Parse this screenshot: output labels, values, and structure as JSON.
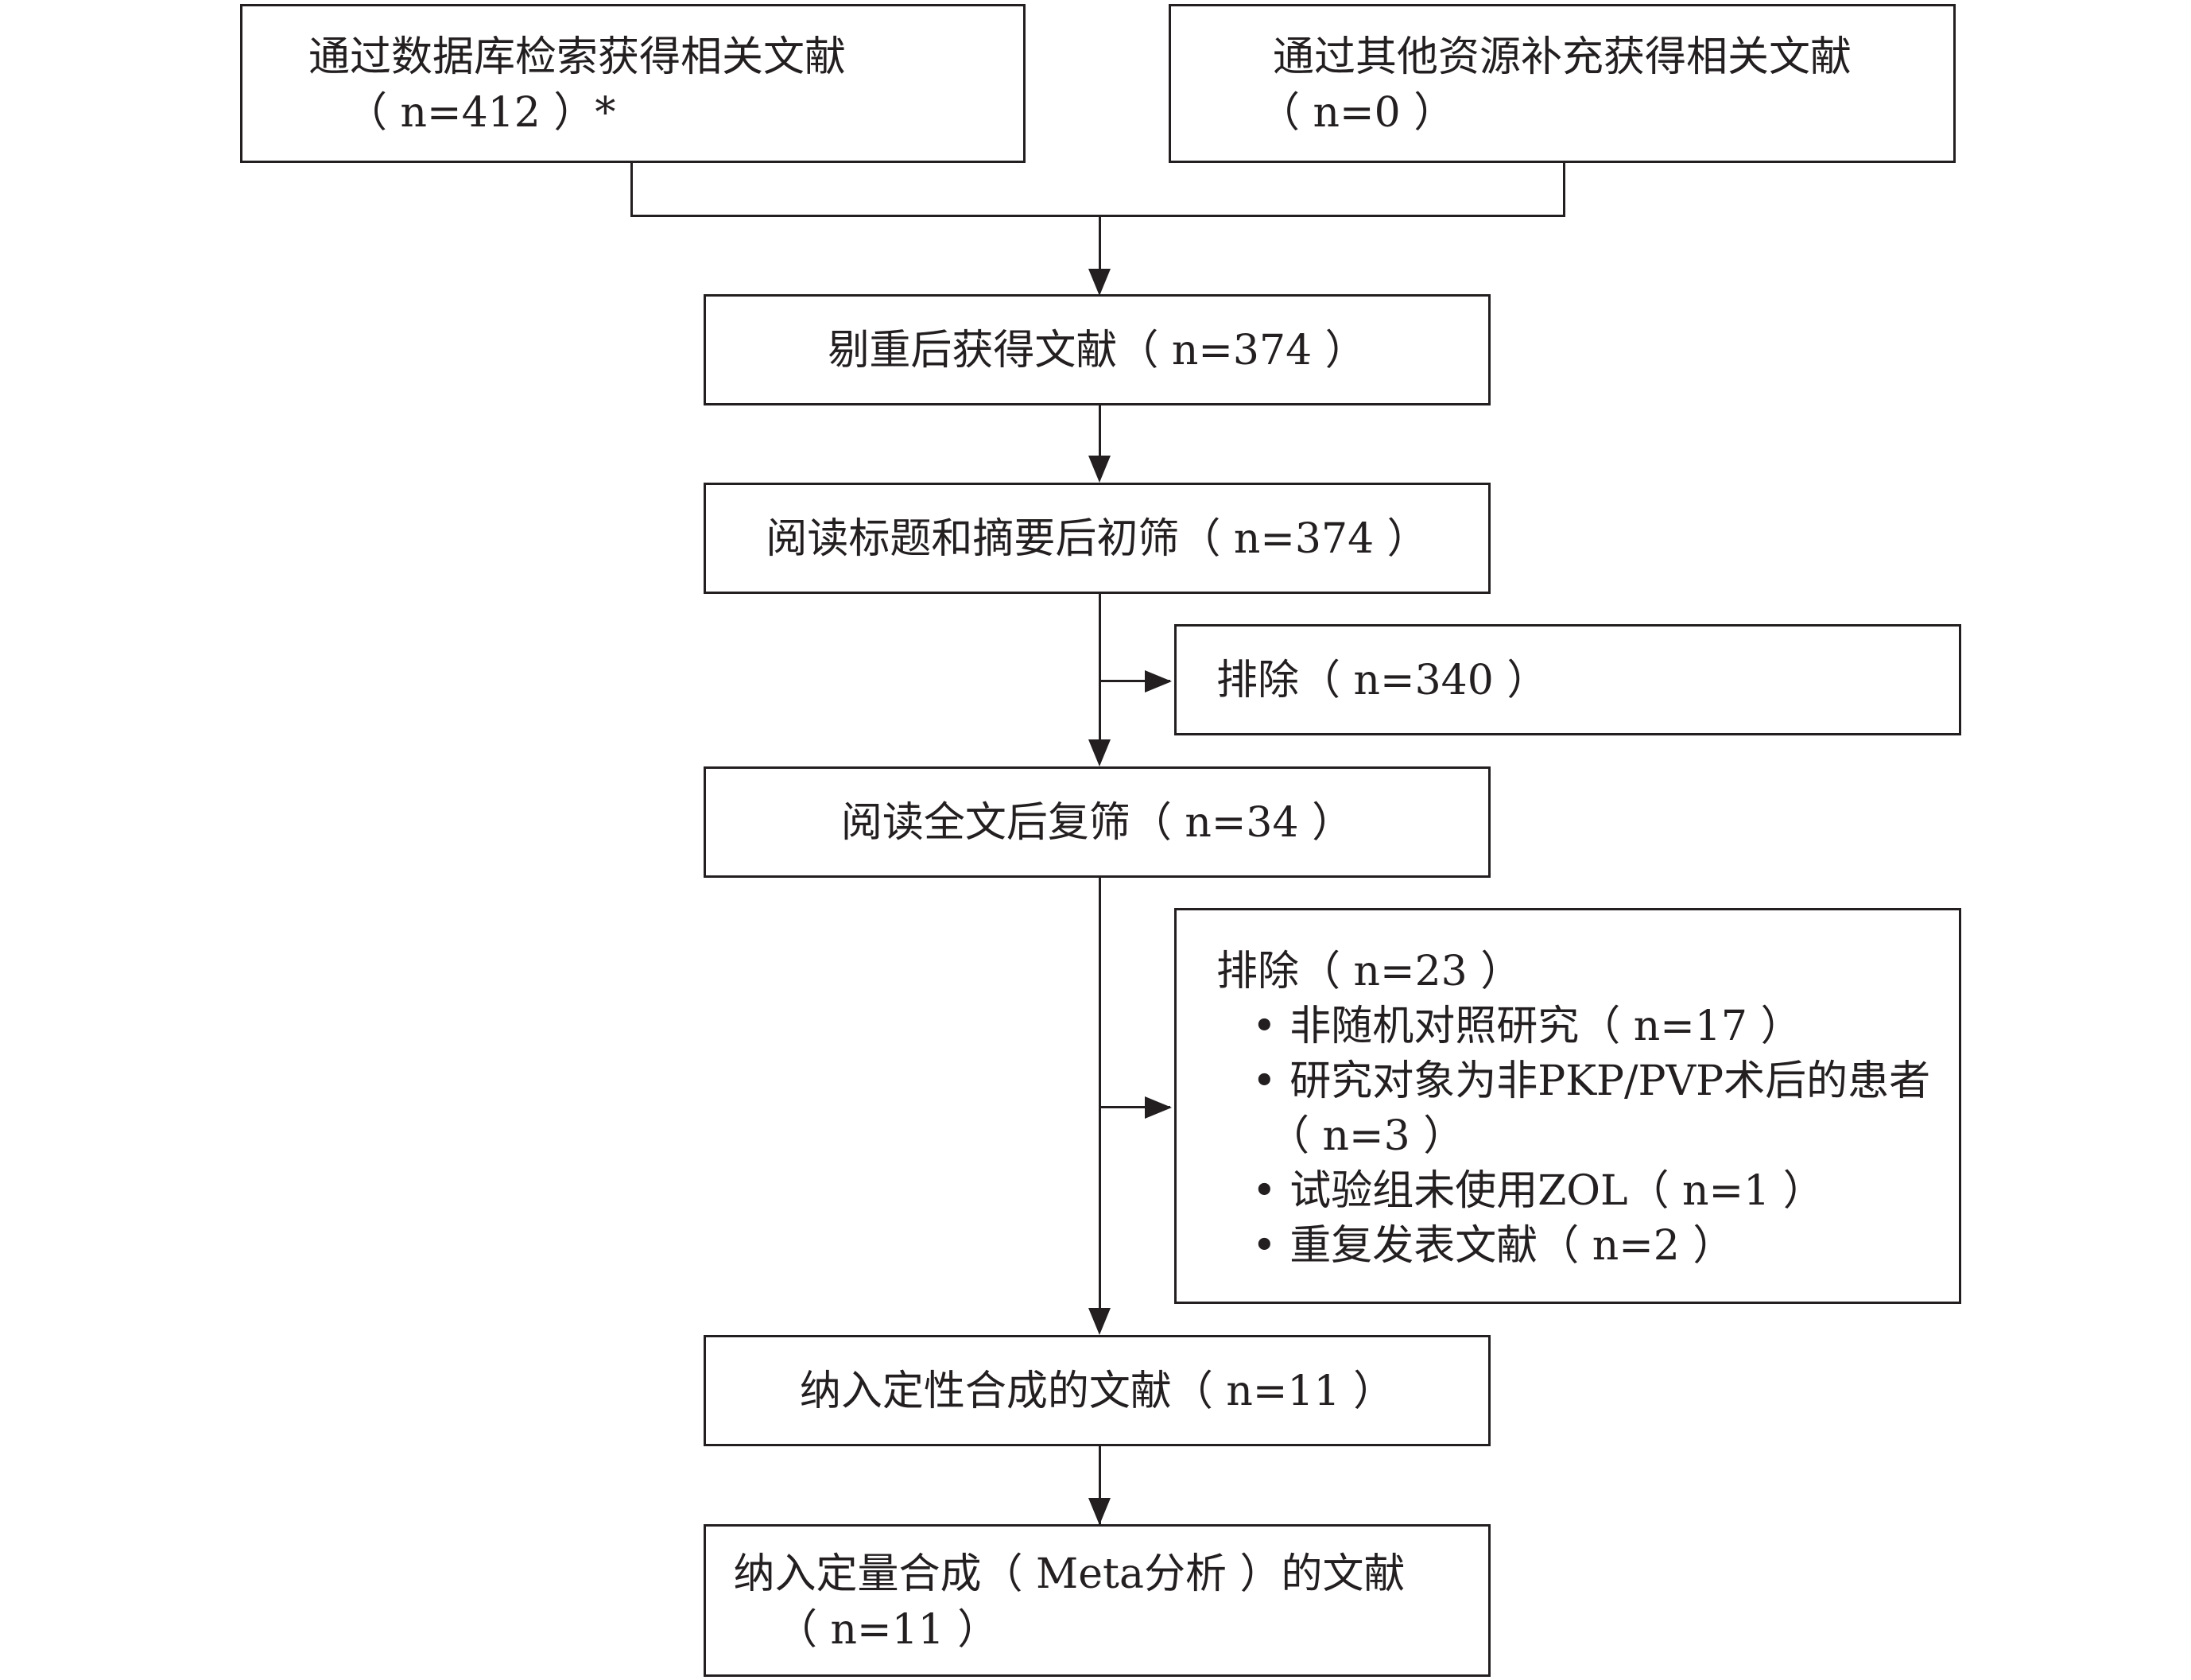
{
  "boxes": {
    "db_search": {
      "line1": "通过数据库检索获得相关文献",
      "line2": "（ n=412 ）*"
    },
    "other_sources": {
      "line1": "通过其他资源补充获得相关文献",
      "line2": "（ n=0 ）"
    },
    "dedup": {
      "text": "剔重后获得文献（ n=374 ）"
    },
    "title_abstract": {
      "text": "阅读标题和摘要后初筛（ n=374 ）"
    },
    "excluded_1": {
      "text": "排除（ n=340 ）"
    },
    "full_text": {
      "text": "阅读全文后复筛（ n=34 ）"
    },
    "excluded_2": {
      "title": "排除（ n=23 ）",
      "items": [
        "• 非随机对照研究（ n=17 ）",
        "• 研究对象为非PKP/PVP术后的患者",
        "（ n=3 ）",
        "• 试验组未使用ZOL（ n=1 ）",
        "• 重复发表文献（ n=2 ）"
      ]
    },
    "qualitative": {
      "text": "纳入定性合成的文献（ n=11 ）"
    },
    "quantitative": {
      "line1": "纳入定量合成（ Meta分析 ）的文献",
      "line2": "（ n=11 ）"
    }
  }
}
